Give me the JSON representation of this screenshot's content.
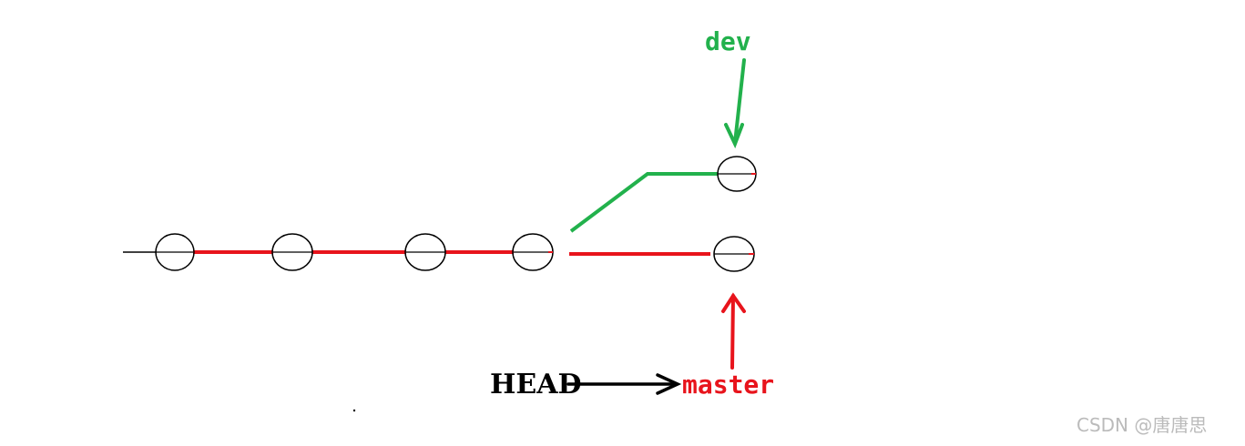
{
  "labels": {
    "dev": "dev",
    "head": "HEAD",
    "master": "master"
  },
  "watermark": "CSDN @唐唐思",
  "colors": {
    "master_branch": "#e8141c",
    "dev_branch": "#22b14c",
    "head_pointer": "#000000",
    "commit_outline": "#000000",
    "watermark": "#bbbbbb"
  },
  "graph": {
    "master_commits": 5,
    "dev_commits": 1
  }
}
